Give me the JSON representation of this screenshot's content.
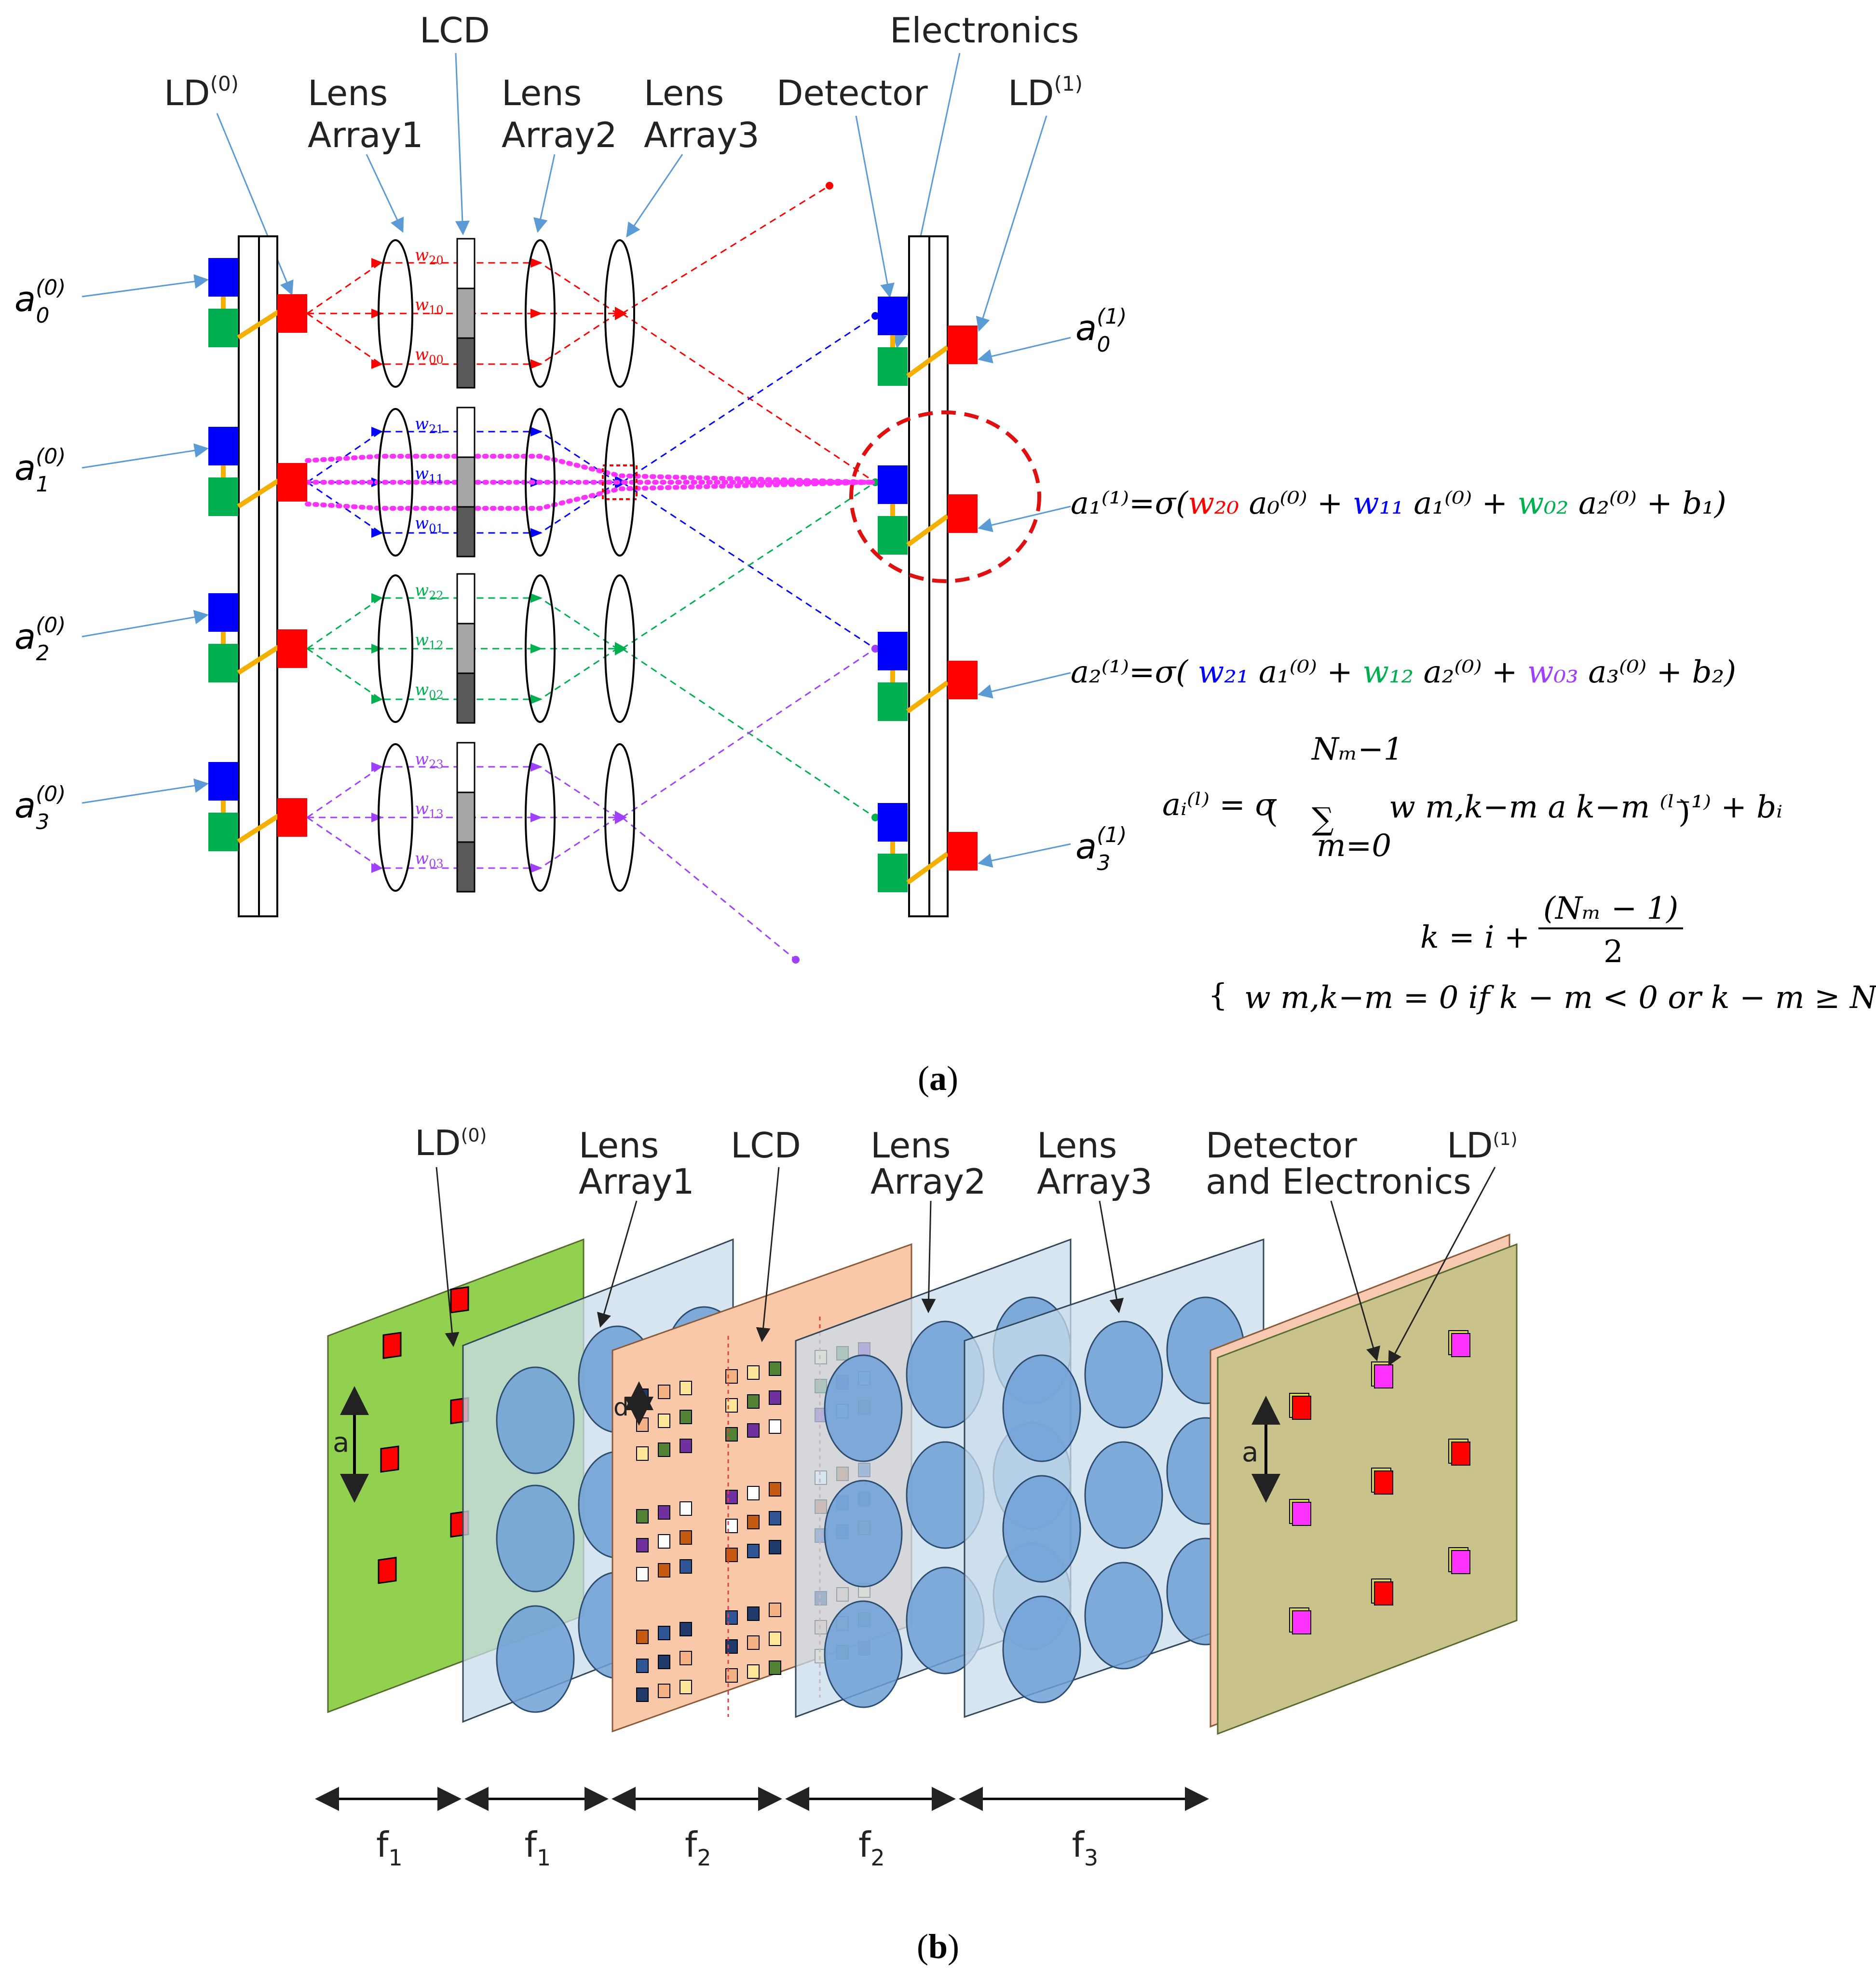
{
  "colors": {
    "red": "#ff0000",
    "blue": "#0000ff",
    "green": "#00b050",
    "purple": "#a040ff",
    "magenta": "#ff33ff",
    "orange": "#f4b000",
    "callout": "#5b9bd5",
    "plate_green": "#92d050",
    "plate_lens": "#c9dcec",
    "plate_lcd": "#f8c8a8",
    "plate_det": "#c9c28a",
    "lens_fill": "#6fa0d6"
  },
  "panel_a": {
    "caption_label": "a",
    "ld0": {
      "base": "LD",
      "sup": "(0)"
    },
    "ld1": {
      "base": "LD",
      "sup": "(1)"
    },
    "lens_array1": {
      "line1": "Lens",
      "line2": "Array1"
    },
    "lcd": "LCD",
    "lens_array2": {
      "line1": "Lens",
      "line2": "Array2"
    },
    "lens_array3": {
      "line1": "Lens",
      "line2": "Array3"
    },
    "detector": "Detector",
    "electronics": "Electronics",
    "inputs": [
      {
        "base": "a",
        "sub": "0",
        "sup": "(0)"
      },
      {
        "base": "a",
        "sub": "1",
        "sup": "(0)"
      },
      {
        "base": "a",
        "sub": "2",
        "sup": "(0)"
      },
      {
        "base": "a",
        "sub": "3",
        "sup": "(0)"
      }
    ],
    "outputs": [
      {
        "base": "a",
        "sub": "0",
        "sup": "(1)"
      },
      {
        "base": "a",
        "sub": "1",
        "sup": "(1)"
      },
      {
        "base": "a",
        "sub": "2",
        "sup": "(1)"
      },
      {
        "base": "a",
        "sub": "3",
        "sup": "(1)"
      }
    ],
    "weights": [
      [
        "20",
        "10",
        "00"
      ],
      [
        "21",
        "11",
        "01"
      ],
      [
        "22",
        "12",
        "02"
      ],
      [
        "23",
        "13",
        "03"
      ]
    ],
    "weight_symbol": "w",
    "eq1": {
      "lhs": "a₁⁽¹⁾=σ(",
      "t1w": "w₂₀",
      "t1a": "a₀⁽⁰⁾ + ",
      "t2w": "w₁₁",
      "t2a": "a₁⁽⁰⁾ + ",
      "t3w": "w₀₂",
      "t3a": "a₂⁽⁰⁾ + b₁)"
    },
    "eq2": {
      "lhs": "a₂⁽¹⁾=σ( ",
      "t1w": "w₂₁",
      "t1a": "a₁⁽⁰⁾ + ",
      "t2w": "w₁₂",
      "t2a": "a₂⁽⁰⁾ + ",
      "t3w": "w₀₃",
      "t3a": "a₃⁽⁰⁾ + b₂)"
    },
    "eq3": {
      "lhs": "aᵢ⁽ˡ⁾ = σ",
      "upper": "Nₘ−1",
      "sum": "∑",
      "lower": "m=0",
      "body": "w m,k−m  a k−m ⁽ˡ⁻¹⁾ + bᵢ"
    },
    "cond1": {
      "lhs": "k = i +",
      "num": "(Nₘ − 1)",
      "den": "2"
    },
    "cond2": "w m,k−m = 0 if k − m < 0 or k − m ≥ N"
  },
  "panel_b": {
    "caption_label": "b",
    "ld0": {
      "base": "LD",
      "sup": "(0)"
    },
    "ld1": {
      "base": "LD",
      "sup": "(1)"
    },
    "lens_array1": {
      "line1": "Lens",
      "line2": "Array1"
    },
    "lcd": "LCD",
    "lens_array2": {
      "line1": "Lens",
      "line2": "Array2"
    },
    "lens_array3": {
      "line1": "Lens",
      "line2": "Array3"
    },
    "det_elec": {
      "line1": "Detector",
      "line2": "and Electronics"
    },
    "pitch_a": "a",
    "pitch_d": "d",
    "spacings": [
      {
        "base": "f",
        "sub": "1"
      },
      {
        "base": "f",
        "sub": "1"
      },
      {
        "base": "f",
        "sub": "2"
      },
      {
        "base": "f",
        "sub": "2"
      },
      {
        "base": "f",
        "sub": "3"
      }
    ]
  }
}
